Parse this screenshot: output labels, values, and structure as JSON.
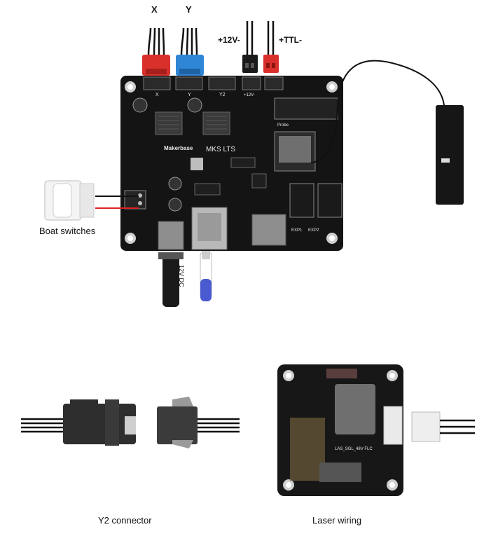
{
  "connectors": {
    "x_label": "X",
    "y_label": "Y",
    "v12_label": "+12V-",
    "ttl_label": "+TTL-"
  },
  "board": {
    "brand": "Makerbase",
    "model": "MKS LTS",
    "silk_x": "X",
    "silk_y": "Y",
    "silk_y2": "Y2",
    "silk_12v": "+12V-",
    "silk_probe": "Probe",
    "silk_exp1": "EXP1",
    "silk_exp2": "EXP2"
  },
  "dc_jack_label": "12V DC",
  "captions": {
    "boat_switches": "Boat switches",
    "y2_connector": "Y2 connector",
    "laser_wiring": "Laser wiring"
  },
  "laser_board": {
    "silk": "LAS_SGL_48V FLC"
  },
  "colors": {
    "board": "#141414",
    "x_connector": "#d9302c",
    "y_connector": "#2f86d6",
    "ttl_connector": "#d9302c",
    "wire_red": "#e02020",
    "wire_black": "#111111"
  }
}
